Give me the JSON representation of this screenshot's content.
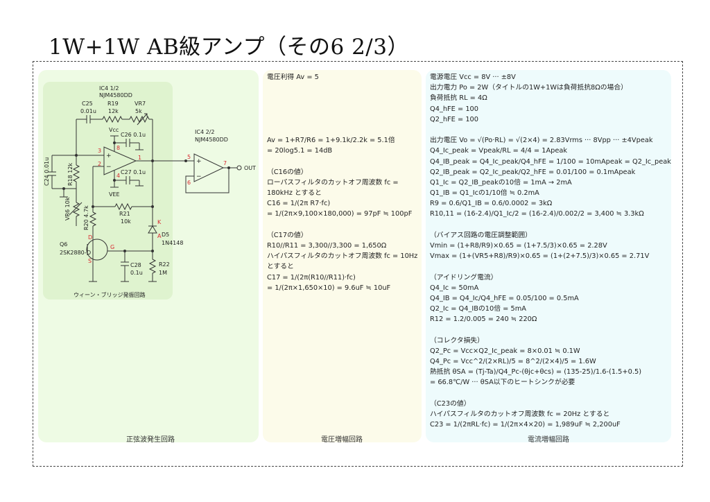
{
  "title": "1W+1W AB級アンプ（その6  2/3）",
  "panels": {
    "sine_title": "正弦波発生回路",
    "voltage_title": "電圧増幅回路",
    "current_title": "電流増幅回路"
  },
  "schematic": {
    "ic4a": "IC4 1/2",
    "ic4a_part": "NJM4580DD",
    "c25_name": "C25",
    "c25_val": "0.01u",
    "r19_name": "R19",
    "r19_val": "12k",
    "vr7_name": "VR7",
    "vr7_val": "5k",
    "vcc": "Vcc",
    "c26": "C26 0.1u",
    "c27": "C27 0.1u",
    "vee": "VEE",
    "c24": "C24 0.01u",
    "r18": "R18 12k",
    "vr6": "VR6 10k",
    "r20": "R20 4.7k",
    "r21_name": "R21",
    "r21_val": "10k",
    "k": "K",
    "a": "A",
    "d5_name": "D5",
    "d5_part": "1N4148",
    "q6_name": "Q6",
    "q6_part": "2SK2880-O",
    "d": "D",
    "g": "G",
    "s": "S",
    "c28_name": "C28",
    "c28_val": "0.1u",
    "r22_name": "R22",
    "r22_val": "1M",
    "osc_caption": "ウィーン・ブリッジ発振回路",
    "ic4b": "IC4 2/2",
    "ic4b_part": "NJM4580DD",
    "pin3": "3",
    "pin2": "2",
    "pin8": "8",
    "pin4": "4",
    "pin1": "1",
    "pin5": "5",
    "pin6": "6",
    "pin7": "7",
    "plus": "+",
    "minus": "−",
    "out": "OUT"
  },
  "voltage_notes": [
    "電圧利得 Av = 5",
    "",
    "",
    "",
    "",
    "",
    "Av = 1+R7/R6 = 1+9.1k/2.2k = 5.1倍",
    " = 20log5.1 = 14dB",
    "",
    "（C16の値）",
    "ローパスフィルタのカットオフ周波数 fc =",
    "180kHz とすると",
    "C16 = 1/(2π R7·fc)",
    " = 1/(2π×9,100×180,000) = 97pF ≒ 100pF",
    "",
    "（C17の値）",
    "R10//R11 = 3,300//3,300 = 1,650Ω",
    "ハイパスフィルタのカットオフ周波数 fc = 10Hz",
    "とすると",
    "C17 = 1/(2π(R10//R11)·fc)",
    " = 1/(2π×1,650×10) = 9.6uF ≒ 10uF"
  ],
  "current_notes": [
    "電源電圧 Vcc = 8V ··· ±8V",
    "出力電力 Po = 2W（タイトルの1W+1Wは負荷抵抗8Ωの場合）",
    "負荷抵抗 RL = 4Ω",
    "Q4_hFE = 100",
    "Q2_hFE = 100",
    "",
    "出力電圧 Vo = √(Po·RL) = √(2×4) = 2.83Vrms ··· 8Vpp ··· ±4Vpeak",
    "Q4_Ic_peak = Vpeak/RL = 4/4 = 1Apeak",
    "Q4_IB_peak = Q4_Ic_peak/Q4_hFE = 1/100 = 10mApeak = Q2_Ic_peak",
    "Q2_IB_peak = Q2_Ic_peak/Q2_hFE = 0.01/100 = 0.1mApeak",
    "Q1_Ic = Q2_IB_peakの10倍 = 1mA → 2mA",
    "Q1_IB = Q1_Icの1/10倍 ≒ 0.2mA",
    "R9 = 0.6/Q1_IB = 0.6/0.0002 = 3kΩ",
    "R10,11 = (16-2.4)/Q1_Ic/2 = (16-2.4)/0.002/2 = 3,400 ≒ 3.3kΩ",
    "",
    "（バイアス回路の電圧調整範囲）",
    "Vmin = (1+R8/R9)×0.65 = (1+7.5/3)×0.65 = 2.28V",
    "Vmax = (1+(VR5+R8)/R9)×0.65 = (1+(2+7.5)/3)×0.65 = 2.71V",
    "",
    "（アイドリング電流）",
    "Q4_Ic = 50mA",
    "Q4_IB = Q4_Ic/Q4_hFE = 0.05/100 = 0.5mA",
    "Q2_Ic = Q4_IBの10倍 = 5mA",
    "R12 = 1.2/0.005 = 240 ≒ 220Ω",
    "",
    "（コレクタ損失）",
    "Q2_Pc = Vcc×Q2_Ic_peak = 8×0.01 ≒ 0.1W",
    "Q4_Pc = Vcc^2/(2×RL)/5 = 8^2/(2×4)/5 = 1.6W",
    "熱抵抗 θSA = (Tj-Ta)/Q4_Pc-(θjc+θcs) = (135-25)/1.6-(1.5+0.5)",
    " = 66.8℃/W ··· θSA以下のヒートシンクが必要",
    "",
    "（C23の値）",
    "ハイパスフィルタのカットオフ周波数 fc = 20Hz とすると",
    "C23 = 1/(2πRL·fc) = 1/(2π×4×20) = 1,989uF ≒ 2,200uF"
  ],
  "colors": {
    "wire": "#333333",
    "pin_red": "#d9262e",
    "green_panel": "#eefbe4",
    "yellow_panel": "#fcfbea",
    "cyan_panel": "#eefbfc"
  }
}
